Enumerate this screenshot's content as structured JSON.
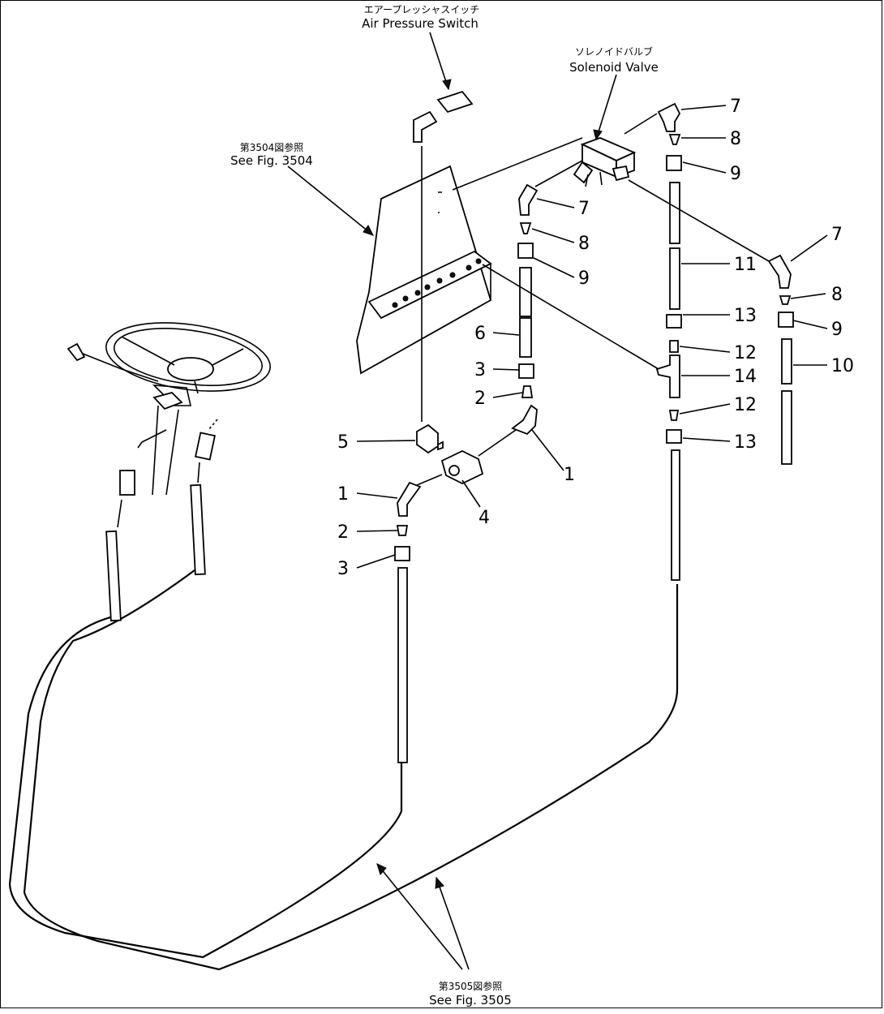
{
  "captions": {
    "air_switch_jp": "エアープレッシャスイッチ",
    "air_switch_en": "Air Pressure Switch",
    "solenoid_jp": "ソレノイドバルブ",
    "solenoid_en": "Solenoid Valve",
    "fig3504_jp": "第3504図参照",
    "fig3504_en": "See Fig. 3504",
    "fig3505_jp": "第3505図参照",
    "fig3505_en": "See Fig. 3505"
  },
  "callouts": {
    "c1": "7",
    "c2": "8",
    "c3": "9",
    "c4": "7",
    "c5": "8",
    "c6": "9",
    "c7": "7",
    "c8": "8",
    "c9": "9",
    "c10": "11",
    "c11": "13",
    "c12": "12",
    "c13": "14",
    "c14": "12",
    "c15": "13",
    "c16": "10",
    "c17": "6",
    "c18": "3",
    "c19": "2",
    "c20": "5",
    "c21": "1",
    "c22": "4",
    "c23": "1",
    "c24": "2",
    "c25": "3"
  }
}
